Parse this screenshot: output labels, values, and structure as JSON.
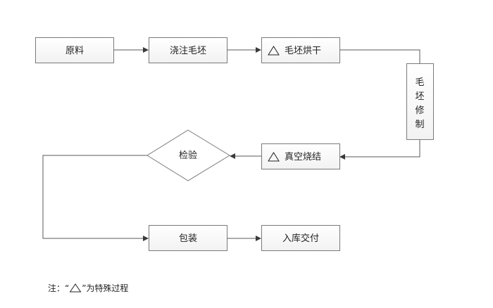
{
  "nodes": {
    "raw": "原料",
    "pour": "浇注毛坯",
    "dry": "毛坯烘干",
    "trim": [
      "毛",
      "坯",
      "修",
      "制"
    ],
    "sinter": "真空烧结",
    "inspect": "检验",
    "pack": "包装",
    "deliver": "入库交付"
  },
  "special_marker": "△",
  "note": {
    "prefix": "注：“",
    "suffix": "”为特殊过程"
  }
}
